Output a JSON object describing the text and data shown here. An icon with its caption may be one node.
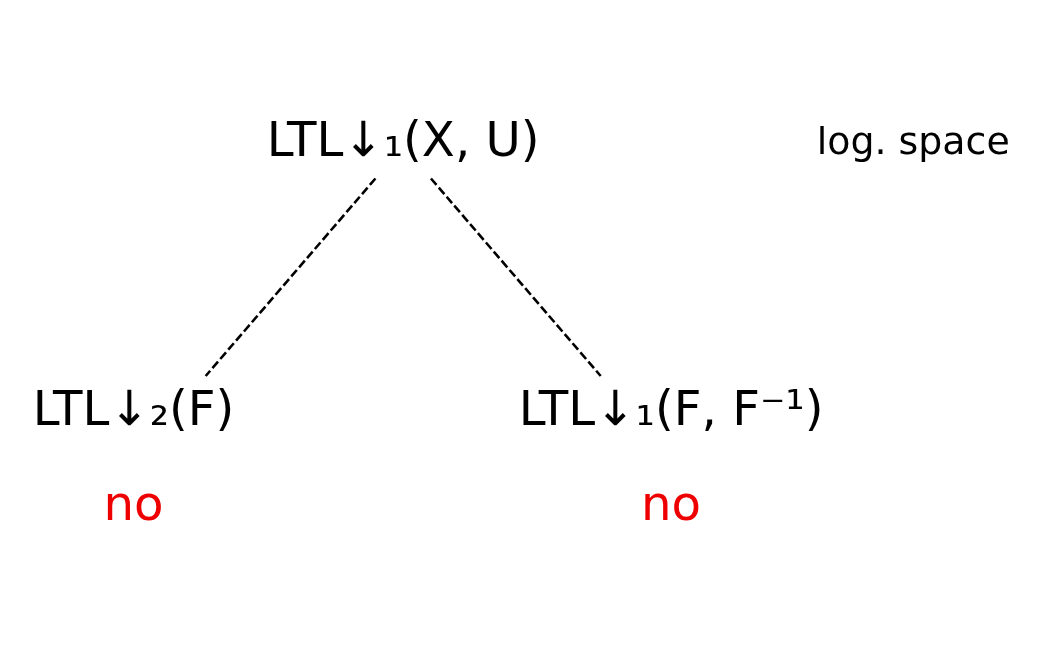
{
  "diagram": {
    "nodes": [
      {
        "text": [
          "LTL↓₁(X, U)"
        ]
      },
      {
        "text": [
          "LTL↓₂(F)"
        ],
        "beside": [
          "no"
        ]
      },
      {
        "text": [
          "LTL↓₁(F, F⁻¹)"
        ],
        "beside": [
          "no"
        ]
      }
    ],
    "edges": [
      {
        "from": 0,
        "to": 1,
        "arrow": "none",
        "style": "dashed"
      },
      {
        "from": 0,
        "to": 2,
        "arrow": "none",
        "style": "dashed"
      }
    ],
    "labels": [
      "log. space"
    ]
  }
}
